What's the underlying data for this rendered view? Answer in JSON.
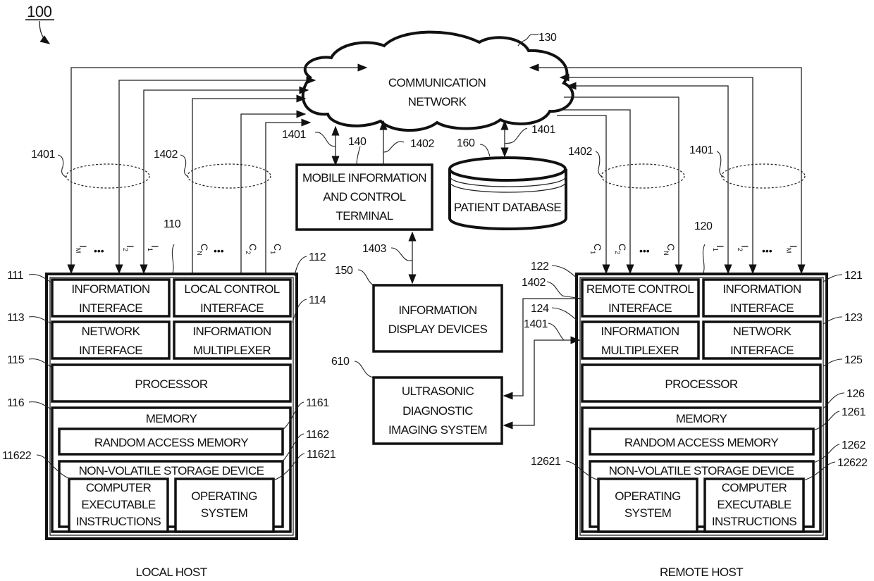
{
  "figure": {
    "number": "100",
    "network": {
      "ref": "130",
      "line1": "COMMUNICATION",
      "line2": "NETWORK"
    },
    "mobile_terminal": {
      "ref": "140",
      "line1": "MOBILE INFORMATION",
      "line2": "AND CONTROL",
      "line3": "TERMINAL"
    },
    "patient_db": {
      "ref": "160",
      "label": "PATIENT DATABASE"
    },
    "display_devices": {
      "ref": "150",
      "line1": "INFORMATION",
      "line2": "DISPLAY DEVICES"
    },
    "ultrasound": {
      "ref": "610",
      "line1": "ULTRASONIC",
      "line2": "DIAGNOSTIC",
      "line3": "IMAGING SYSTEM"
    },
    "links": {
      "info": "1401",
      "control": "1402",
      "display": "1403"
    },
    "signals": {
      "info": [
        "I",
        "I",
        "I"
      ],
      "info_subs": [
        "M",
        "2",
        "1"
      ],
      "control": [
        "C",
        "C",
        "C"
      ],
      "control_subs": [
        "N",
        "2",
        "1"
      ],
      "ellipsis": "•••"
    },
    "local_host": {
      "ref": "110",
      "caption": "LOCAL HOST",
      "info_interface": {
        "ref": "111",
        "line1": "INFORMATION",
        "line2": "INTERFACE"
      },
      "control_interface": {
        "ref": "112",
        "line1": "LOCAL CONTROL",
        "line2": "INTERFACE"
      },
      "network_interface": {
        "ref": "113",
        "line1": "NETWORK",
        "line2": "INTERFACE"
      },
      "multiplexer": {
        "ref": "114",
        "line1": "INFORMATION",
        "line2": "MULTIPLEXER"
      },
      "processor": {
        "ref": "115",
        "label": "PROCESSOR"
      },
      "memory": {
        "ref": "116",
        "label": "MEMORY"
      },
      "ram": {
        "ref": "1161",
        "label": "RANDOM ACCESS MEMORY"
      },
      "nvs": {
        "ref": "1162",
        "label": "NON-VOLATILE STORAGE DEVICE"
      },
      "cei": {
        "ref": "11622",
        "line1": "COMPUTER",
        "line2": "EXECUTABLE",
        "line3": "INSTRUCTIONS"
      },
      "os": {
        "ref": "11621",
        "line1": "OPERATING",
        "line2": "SYSTEM"
      }
    },
    "remote_host": {
      "ref": "120",
      "caption": "REMOTE HOST",
      "info_interface": {
        "ref": "121",
        "line1": "INFORMATION",
        "line2": "INTERFACE"
      },
      "control_interface": {
        "ref": "122",
        "line1": "REMOTE CONTROL",
        "line2": "INTERFACE"
      },
      "network_interface": {
        "ref": "123",
        "line1": "NETWORK",
        "line2": "INTERFACE"
      },
      "multiplexer": {
        "ref": "124",
        "line1": "INFORMATION",
        "line2": "MULTIPLEXER"
      },
      "processor": {
        "ref": "125",
        "label": "PROCESSOR"
      },
      "memory": {
        "ref": "126",
        "label": "MEMORY"
      },
      "ram": {
        "ref": "1261",
        "label": "RANDOM ACCESS MEMORY"
      },
      "nvs": {
        "ref": "1262",
        "label": "NON-VOLATILE STORAGE DEVICE"
      },
      "os": {
        "ref": "12621",
        "line1": "OPERATING",
        "line2": "SYSTEM"
      },
      "cei": {
        "ref": "12622",
        "line1": "COMPUTER",
        "line2": "EXECUTABLE",
        "line3": "INSTRUCTIONS"
      }
    }
  }
}
